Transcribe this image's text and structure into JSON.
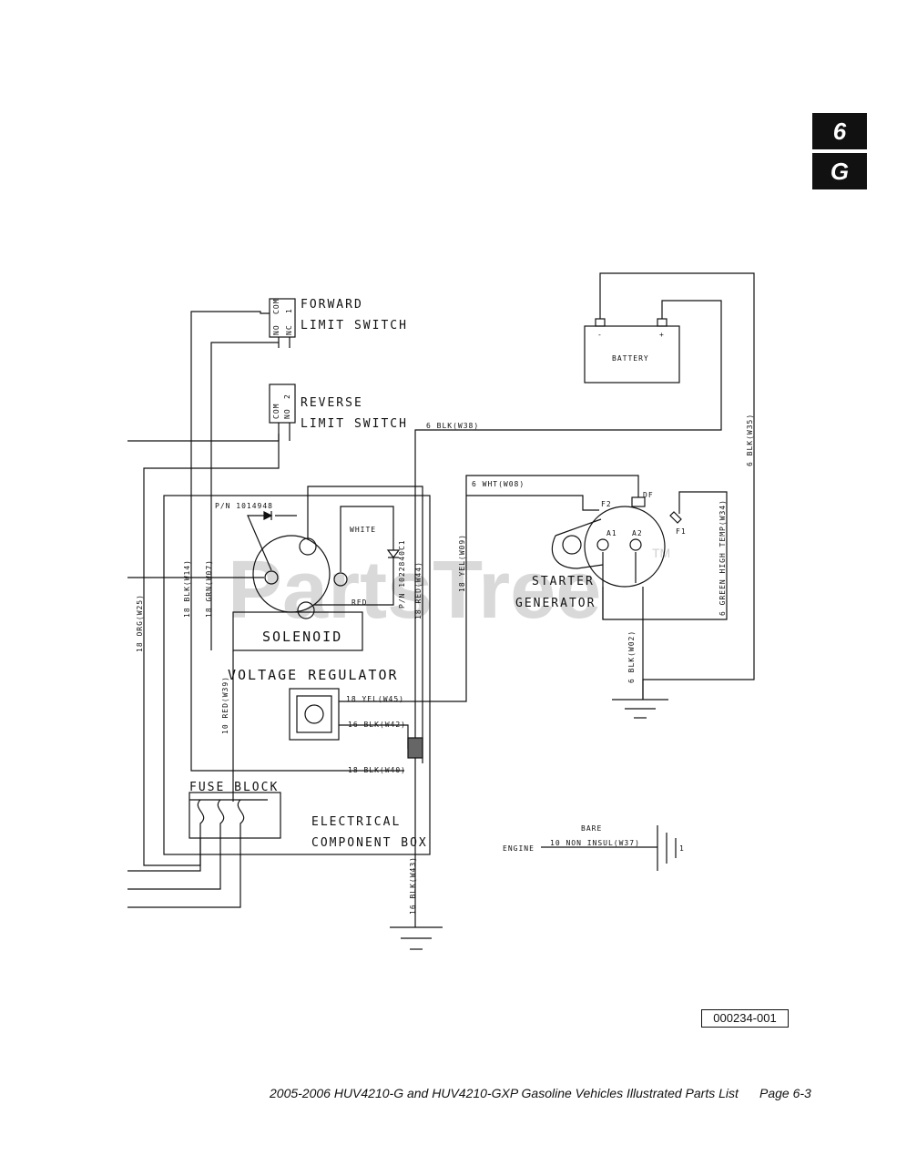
{
  "section_tab": {
    "number": "6",
    "letter": "G"
  },
  "watermark": "PartsTree",
  "watermark_tm": "TM",
  "components": {
    "forward_switch": [
      "FORWARD",
      "LIMIT SWITCH"
    ],
    "forward_pins": [
      "COM",
      "NO",
      "NC",
      "1"
    ],
    "reverse_switch": [
      "REVERSE",
      "LIMIT SWITCH"
    ],
    "reverse_pins": [
      "COM",
      "NO",
      "2"
    ],
    "battery": "BATTERY",
    "battery_neg": "-",
    "battery_pos": "+",
    "solenoid": "SOLENOID",
    "diode_pn_1": "P/N 1014948",
    "diode_pn_2": "P/N 1022840C1",
    "solenoid_white": "WHITE",
    "solenoid_red": "RED",
    "starter": [
      "STARTER",
      "GENERATOR"
    ],
    "starter_terms": [
      "F2",
      "DF",
      "A1",
      "A2",
      "F1"
    ],
    "voltage_regulator": "VOLTAGE REGULATOR",
    "fuse_block": "FUSE BLOCK",
    "component_box": [
      "ELECTRICAL",
      "COMPONENT BOX"
    ],
    "engine": "ENGINE",
    "bare": "BARE",
    "engine_num": "1"
  },
  "wires": {
    "w38": "6 BLK(W38)",
    "w35": "6 BLK(W35)",
    "w08": "6 WHT(W08)",
    "w09": "18 YEL(W09)",
    "w34": "6 GREEN HIGH TEMP(W34)",
    "w02": "6 BLK(W02)",
    "w14": "18 BLK(W14)",
    "w07": "18 GRN(W07)",
    "w25": "18 ORG(W25)",
    "w44": "18 RED(W44)",
    "w39": "10 RED(W39)",
    "w45": "18 YEL(W45)",
    "w42": "16 BLK(W42)",
    "w40": "18 BLK(W40)",
    "w43": "16 BLK(W43)",
    "w37": "10 NON INSUL(W37)"
  },
  "doc_id": "000234-001",
  "footer": {
    "title": "2005-2006 HUV4210-G and HUV4210-GXP Gasoline Vehicles Illustrated Parts List",
    "page": "Page 6-3"
  }
}
